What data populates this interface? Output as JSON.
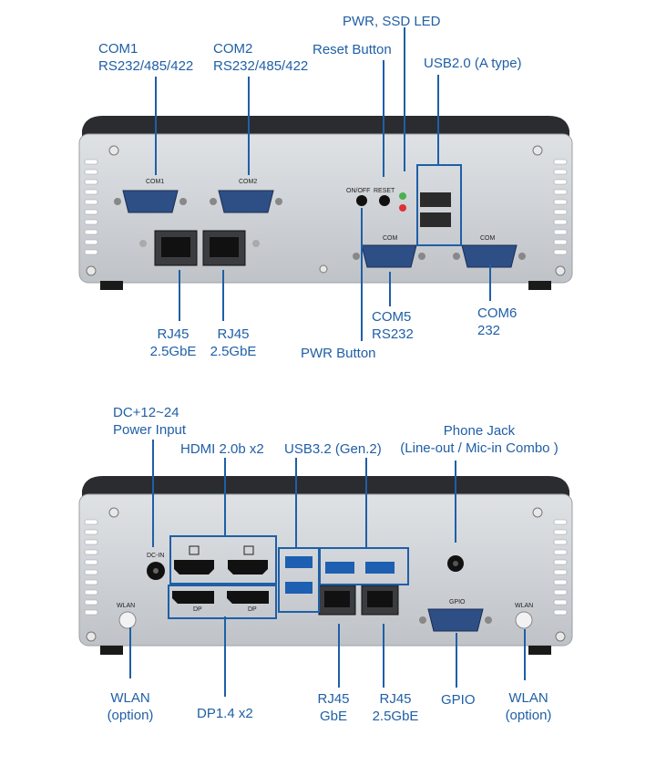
{
  "front": {
    "com1": {
      "line1": "COM1",
      "line2": "RS232/485/422"
    },
    "com2": {
      "line1": "COM2",
      "line2": "RS232/485/422"
    },
    "pwr_ssd_led": "PWR, SSD LED",
    "reset_button": "Reset Button",
    "usb20": "USB2.0 (A type)",
    "rj45_a": {
      "line1": "RJ45",
      "line2": "2.5GbE"
    },
    "rj45_b": {
      "line1": "RJ45",
      "line2": "2.5GbE"
    },
    "com5": {
      "line1": "COM5",
      "line2": "RS232"
    },
    "com6": {
      "line1": "COM6",
      "line2": "232"
    },
    "pwr_button": "PWR Button",
    "panel_text": {
      "com1": "COM1",
      "com2": "COM2",
      "com": "COM",
      "onoff": "ON/OFF",
      "reset": "RESET"
    }
  },
  "rear": {
    "dc_in": {
      "line1": "DC+12~24",
      "line2": "Power Input"
    },
    "hdmi": "HDMI 2.0b x2",
    "usb32": "USB3.2 (Gen.2)",
    "phone_jack": {
      "line1": "Phone Jack",
      "line2": "(Line-out / Mic-in Combo )"
    },
    "wlan_left": {
      "line1": "WLAN",
      "line2": "(option)"
    },
    "dp": "DP1.4 x2",
    "rj45_gbe": {
      "line1": "RJ45",
      "line2": "GbE"
    },
    "rj45_25": {
      "line1": "RJ45",
      "line2": "2.5GbE"
    },
    "gpio": "GPIO",
    "wlan_right": {
      "line1": "WLAN",
      "line2": "(option)"
    },
    "panel_text": {
      "dcin": "DC-IN",
      "wlan": "WLAN",
      "dp": "DP",
      "gpio": "GPIO"
    }
  },
  "colors": {
    "label": "#1f5fa6",
    "chassis": "#cfd2d6",
    "port": "#2d4f86"
  }
}
